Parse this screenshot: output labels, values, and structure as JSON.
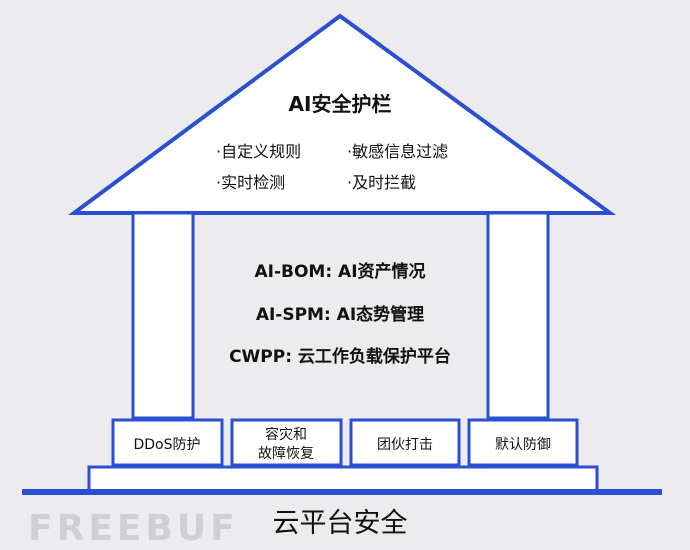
{
  "roof": {
    "title": "AI安全护栏",
    "bullets": [
      "·自定义规则",
      "·敏感信息过滤",
      "·实时检测",
      "·及时拦截"
    ]
  },
  "body_lines": [
    "AI-BOM: AI资产情况",
    "AI-SPM: AI态势管理",
    "CWPP: 云工作负载保护平台"
  ],
  "foundation_boxes": [
    {
      "lines": [
        "DDoS防护"
      ]
    },
    {
      "lines": [
        "容灾和",
        "故障恢复"
      ]
    },
    {
      "lines": [
        "团伙打击"
      ]
    },
    {
      "lines": [
        "默认防御"
      ]
    }
  ],
  "base_label": "云平台安全",
  "watermark": "FREEBUF",
  "colors": {
    "stroke": "#2b4fd3",
    "fill": "#ffffff",
    "background": "#ececee",
    "watermark": "#cfd0d4"
  }
}
